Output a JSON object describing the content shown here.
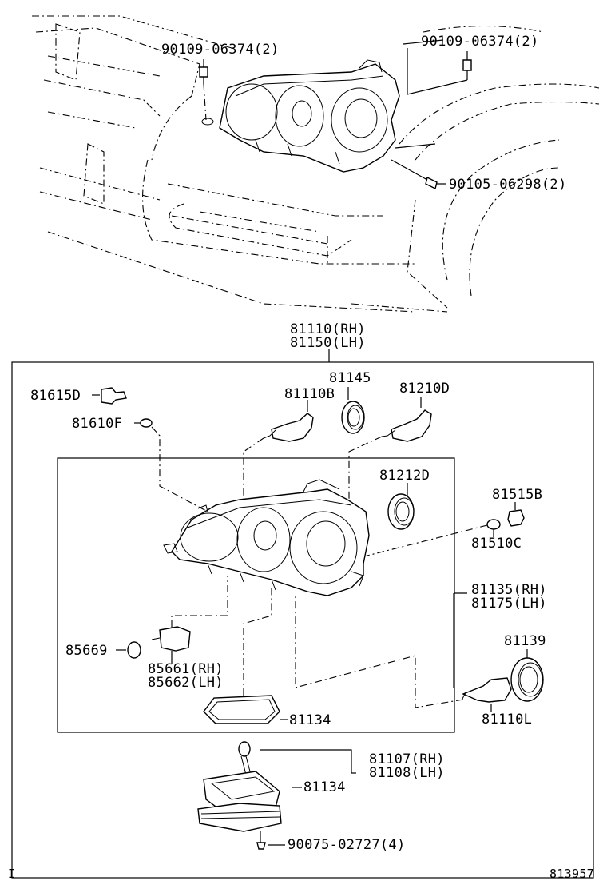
{
  "labels": {
    "bolt_top_left": "90109-06374(2)",
    "bolt_top_right": "90109-06374(2)",
    "bolt_side": "90105-06298(2)",
    "assy_rh": "81110(RH)",
    "assy_lh": "81150(LH)",
    "p81615d": "81615D",
    "p81610f": "81610F",
    "p81145": "81145",
    "p81110b": "81110B",
    "p81210d": "81210D",
    "p81212d": "81212D",
    "p81515b": "81515B",
    "p81510c": "81510C",
    "housing_rh": "81135(RH)",
    "housing_lh": "81175(LH)",
    "p81139": "81139",
    "p85669": "85669",
    "ign_rh": "85661(RH)",
    "ign_lh": "85662(LH)",
    "p81110l": "81110L",
    "gasket_inner": "81134",
    "computer_rh": "81107(RH)",
    "computer_lh": "81108(LH)",
    "gasket_outer": "81134",
    "screw_bottom": "90075-02727(4)",
    "corner_mark": "I",
    "diagram_id": "813957"
  }
}
